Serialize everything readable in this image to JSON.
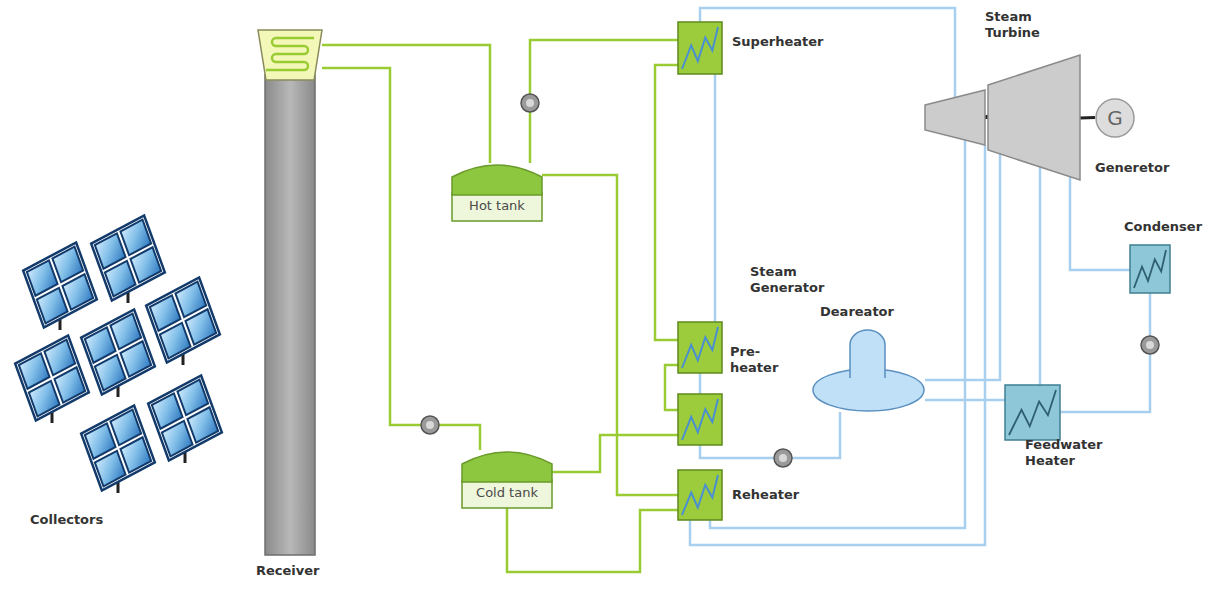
{
  "diagram": {
    "nodes": [
      {
        "text": [
          "Receiver"
        ]
      },
      {
        "text": [
          "Hot tank"
        ]
      },
      {
        "text": [
          "Cold tank"
        ]
      },
      {
        "text": [
          "Superheater"
        ]
      },
      {
        "text": [
          "Steam Generator"
        ]
      },
      {
        "text": [
          "Pre- heater"
        ]
      },
      {
        "text": [
          "Reheater"
        ]
      },
      {
        "text": [
          "Deareator"
        ]
      },
      {
        "text": [
          "Steam Turbine"
        ]
      },
      {
        "text": [
          "G",
          "Generetor"
        ]
      },
      {
        "text": [
          "Condenser"
        ]
      },
      {
        "text": [
          "Feedwater Heater"
        ]
      }
    ],
    "edges": [
      {
        "from": 0,
        "to": 1,
        "arrow": "none"
      },
      {
        "from": 1,
        "to": 3,
        "arrow": "none"
      },
      {
        "from": 1,
        "to": 6,
        "arrow": "none"
      },
      {
        "from": 3,
        "to": 4,
        "arrow": "none"
      },
      {
        "from": 4,
        "to": 5,
        "arrow": "none"
      },
      {
        "from": 5,
        "to": 2,
        "arrow": "none"
      },
      {
        "from": 6,
        "to": 2,
        "arrow": "none"
      },
      {
        "from": 2,
        "to": 0,
        "arrow": "none"
      },
      {
        "from": 7,
        "to": 5,
        "arrow": "none"
      },
      {
        "from": 5,
        "to": 4,
        "arrow": "none"
      },
      {
        "from": 4,
        "to": 3,
        "arrow": "none"
      },
      {
        "from": 3,
        "to": 8,
        "arrow": "none"
      },
      {
        "from": 8,
        "to": 6,
        "arrow": "none"
      },
      {
        "from": 6,
        "to": 8,
        "arrow": "none"
      },
      {
        "from": 8,
        "to": 7,
        "arrow": "none"
      },
      {
        "from": 8,
        "to": 11,
        "arrow": "none"
      },
      {
        "from": 8,
        "to": 10,
        "arrow": "none"
      },
      {
        "from": 10,
        "to": 11,
        "arrow": "none"
      },
      {
        "from": 11,
        "to": 7,
        "arrow": "none"
      },
      {
        "from": 8,
        "to": 9,
        "arrow": "none"
      }
    ],
    "labels": [
      "Collectors"
    ]
  }
}
